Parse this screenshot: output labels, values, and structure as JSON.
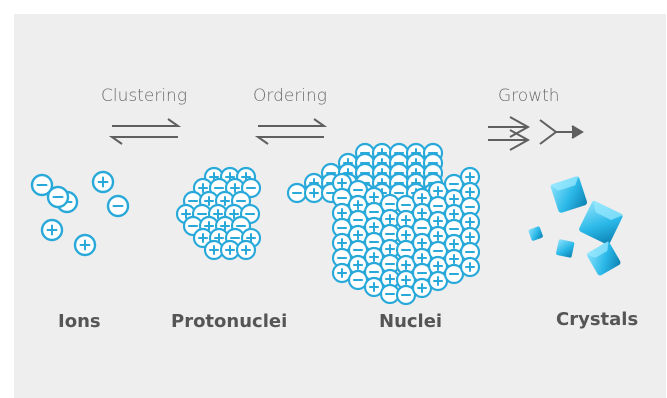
{
  "colors": {
    "background": "#eeeeee",
    "ion_stroke": "#29a9d9",
    "ion_fill": "#ffffff",
    "arrow": "#5f5f5f",
    "text_step": "#6b6b6b",
    "text_stage": "#555555",
    "crystal_light": "#7fd8f4",
    "crystal_mid": "#28b4e4",
    "crystal_dark": "#0b86b8"
  },
  "steps": {
    "clustering": "Clustering",
    "ordering": "Ordering",
    "growth": "Growth"
  },
  "stages": {
    "ions": "Ions",
    "protonuclei": "Protonuclei",
    "nuclei": "Nuclei",
    "crystals": "Crystals"
  }
}
